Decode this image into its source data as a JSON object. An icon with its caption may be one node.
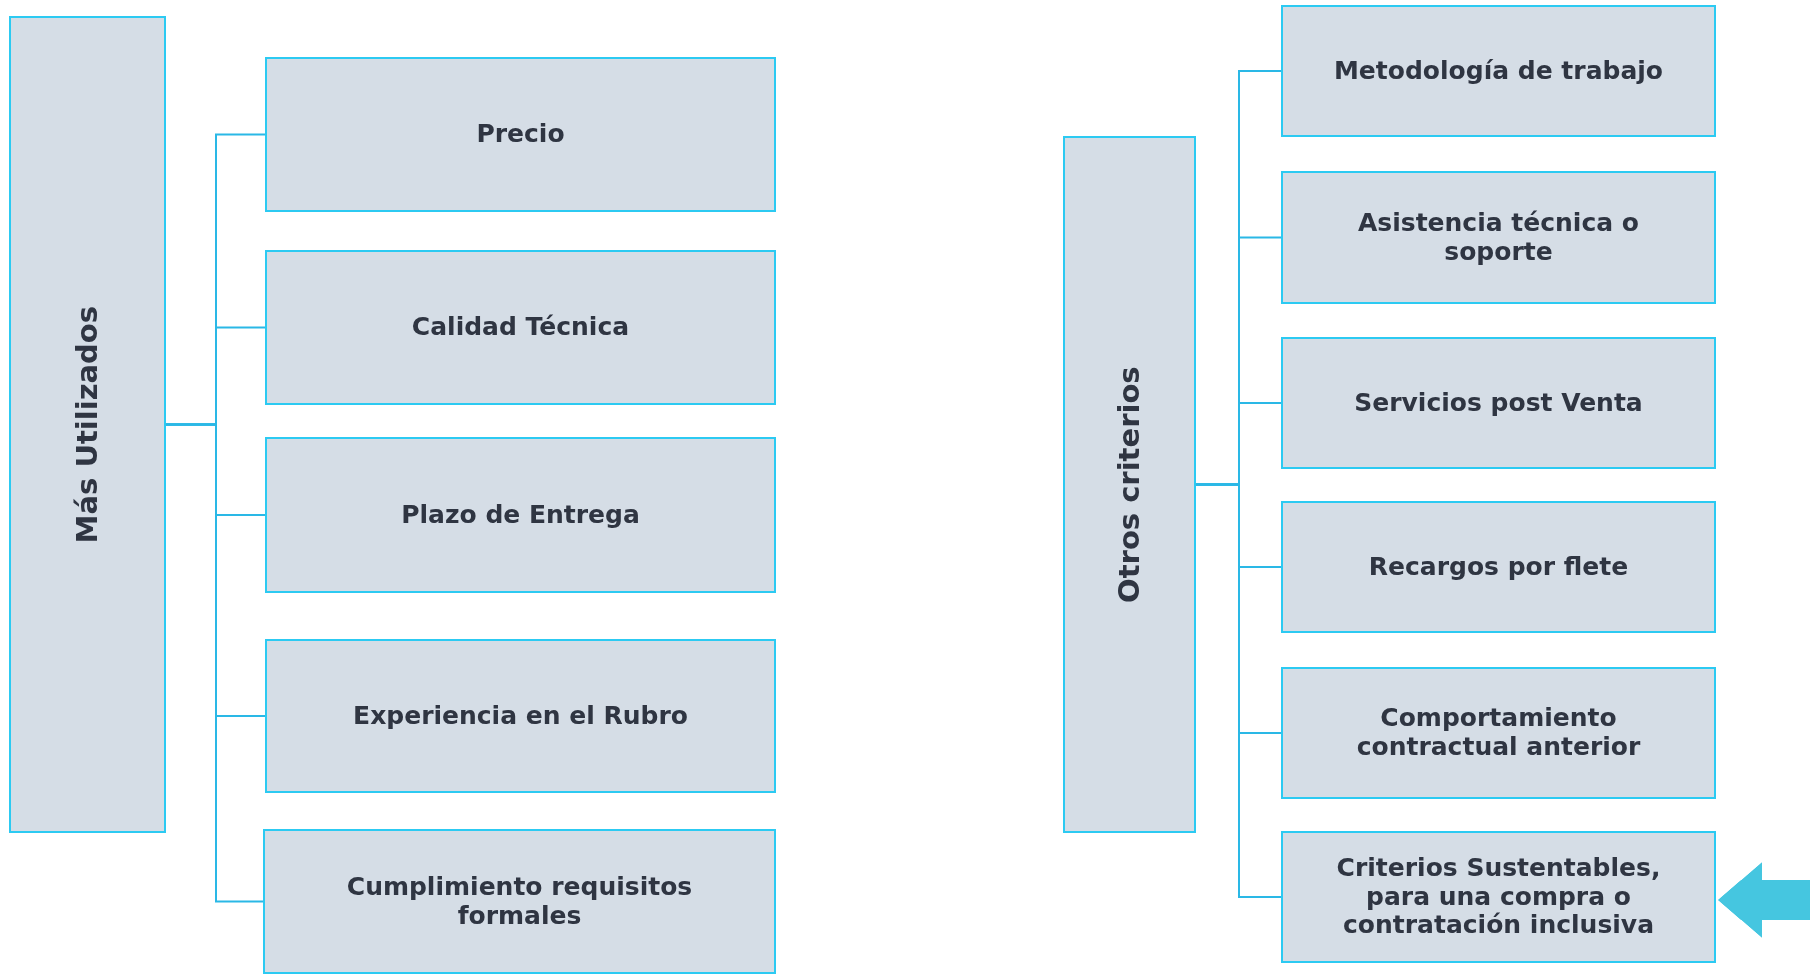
{
  "diagram": {
    "nodes": [
      {
        "text": [
          "Más Utilizados"
        ]
      },
      {
        "text": [
          "Precio"
        ]
      },
      {
        "text": [
          "Calidad Técnica"
        ]
      },
      {
        "text": [
          "Plazo de Entrega"
        ]
      },
      {
        "text": [
          "Experiencia en el Rubro"
        ]
      },
      {
        "text": [
          "Cumplimiento requisitos formales"
        ]
      },
      {
        "text": [
          "Otros criterios"
        ]
      },
      {
        "text": [
          "Metodología de trabajo"
        ]
      },
      {
        "text": [
          "Asistencia técnica o soporte"
        ]
      },
      {
        "text": [
          "Servicios post Venta"
        ]
      },
      {
        "text": [
          "Recargos por flete"
        ]
      },
      {
        "text": [
          "Comportamiento contractual anterior"
        ]
      },
      {
        "text": [
          "Criterios Sustentables, para una compra o contratación inclusiva"
        ]
      }
    ],
    "edges": [
      {
        "from": 0,
        "to": 1,
        "arrow": "none"
      },
      {
        "from": 0,
        "to": 2,
        "arrow": "none"
      },
      {
        "from": 0,
        "to": 3,
        "arrow": "none"
      },
      {
        "from": 0,
        "to": 4,
        "arrow": "none"
      },
      {
        "from": 0,
        "to": 5,
        "arrow": "none"
      },
      {
        "from": 6,
        "to": 7,
        "arrow": "none"
      },
      {
        "from": 6,
        "to": 8,
        "arrow": "none"
      },
      {
        "from": 6,
        "to": 9,
        "arrow": "none"
      },
      {
        "from": 6,
        "to": 10,
        "arrow": "none"
      },
      {
        "from": 6,
        "to": 11,
        "arrow": "none"
      },
      {
        "from": 6,
        "to": 12,
        "arrow": "none"
      },
      {
        "from": null,
        "to": 12,
        "arrow": "to",
        "style": "thick",
        "color": "#45c6e0"
      }
    ]
  }
}
